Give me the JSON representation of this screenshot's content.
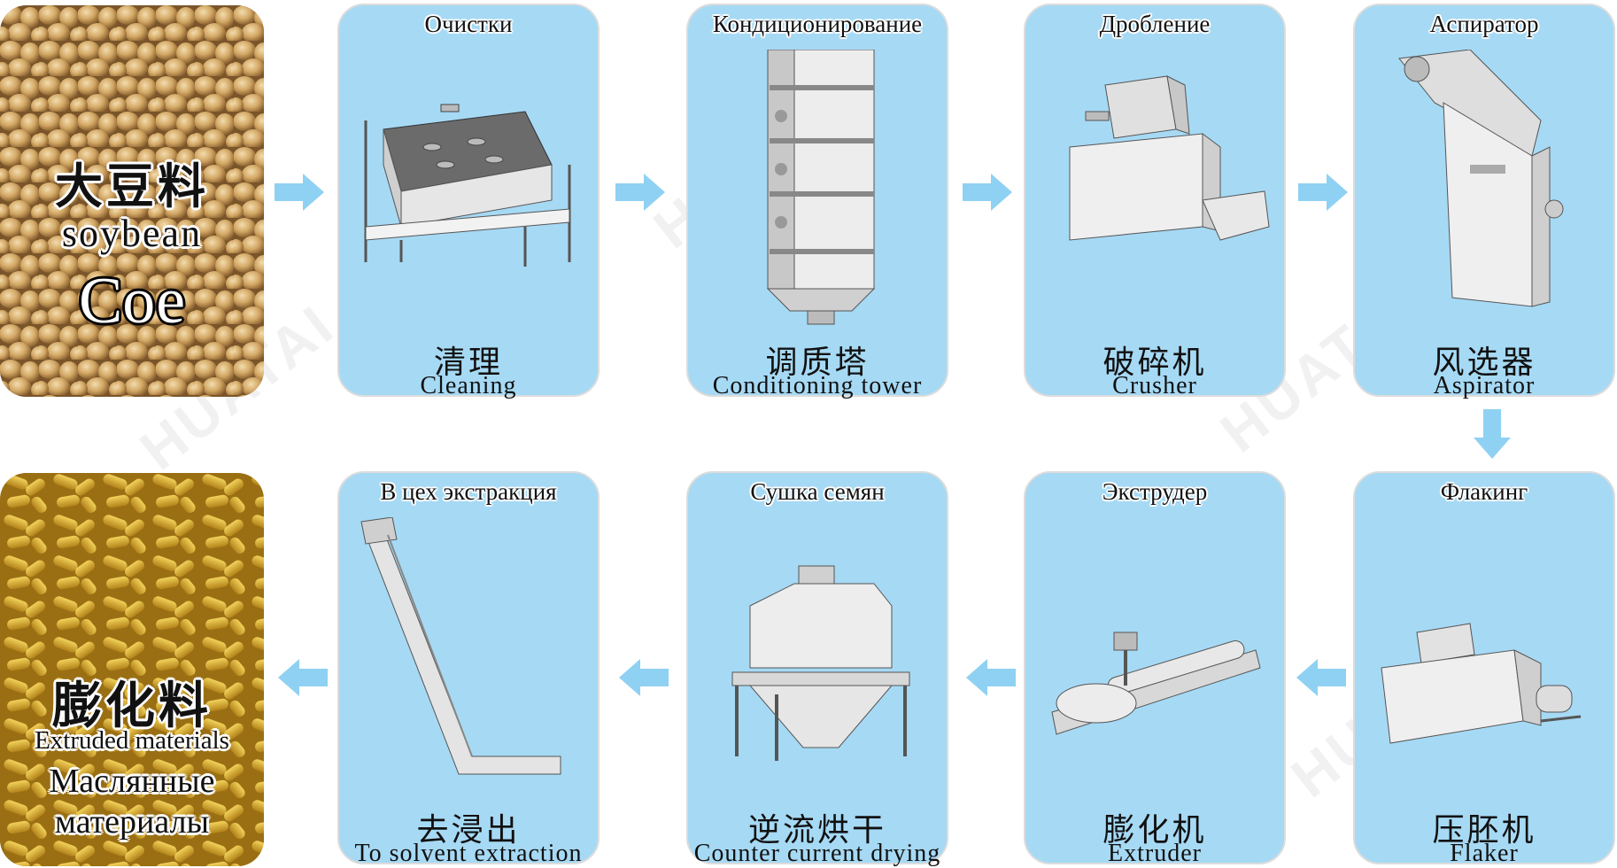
{
  "watermark": "HUATAI",
  "source": {
    "zh": "大豆料",
    "en": "soybean",
    "ru": "Сое"
  },
  "output": {
    "zh": "膨化料",
    "en": "Extruded materials",
    "ru_line1": "Маслянные",
    "ru_line2": "материалы"
  },
  "steps": [
    {
      "ru": "Очистки",
      "zh": "清理",
      "en": "Cleaning",
      "icon": "cleaning-screen-icon"
    },
    {
      "ru": "Кондиционирование",
      "zh": "调质塔",
      "en": "Conditioning tower",
      "icon": "conditioning-tower-icon"
    },
    {
      "ru": "Дробление",
      "zh": "破碎机",
      "en": "Crusher",
      "icon": "crusher-icon"
    },
    {
      "ru": "Аспиратор",
      "zh": "风选器",
      "en": "Aspirator",
      "icon": "aspirator-icon"
    },
    {
      "ru": "Флакинг",
      "zh": "压胚机",
      "en": "Flaker",
      "icon": "flaker-icon"
    },
    {
      "ru": "Экструдер",
      "zh": "膨化机",
      "en": "Extruder",
      "icon": "extruder-icon"
    },
    {
      "ru": "Сушка семян",
      "zh": "逆流烘干",
      "en": "Counter current drying",
      "icon": "counter-flow-dryer-icon"
    },
    {
      "ru": "В цех экстракция",
      "zh": "去浸出",
      "en": "To solvent extraction",
      "icon": "conveyor-icon"
    }
  ],
  "colors": {
    "card_bg": "#a6d9f4",
    "arrow": "#8fd1f2",
    "soybean": "#c9a266",
    "extruded": "#d6ae2c"
  }
}
